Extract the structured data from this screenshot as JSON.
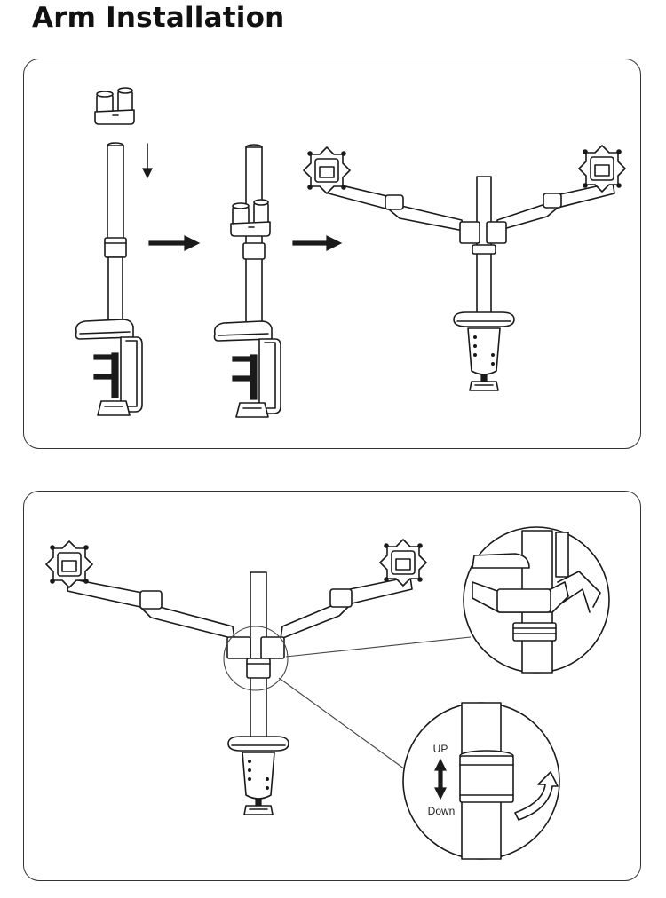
{
  "title": "Arm Installation",
  "labels": {
    "up": "UP",
    "down": "Down"
  },
  "icons": {
    "step_arrow": "arrow-right-icon",
    "drop_arrow": "arrow-down-icon",
    "adjust_arrow": "double-arrow-vertical-icon",
    "rotate_arrow": "curved-arrow-icon"
  },
  "colors": {
    "ink": "#1a1a1a",
    "frame": "#333333",
    "background": "#ffffff"
  }
}
